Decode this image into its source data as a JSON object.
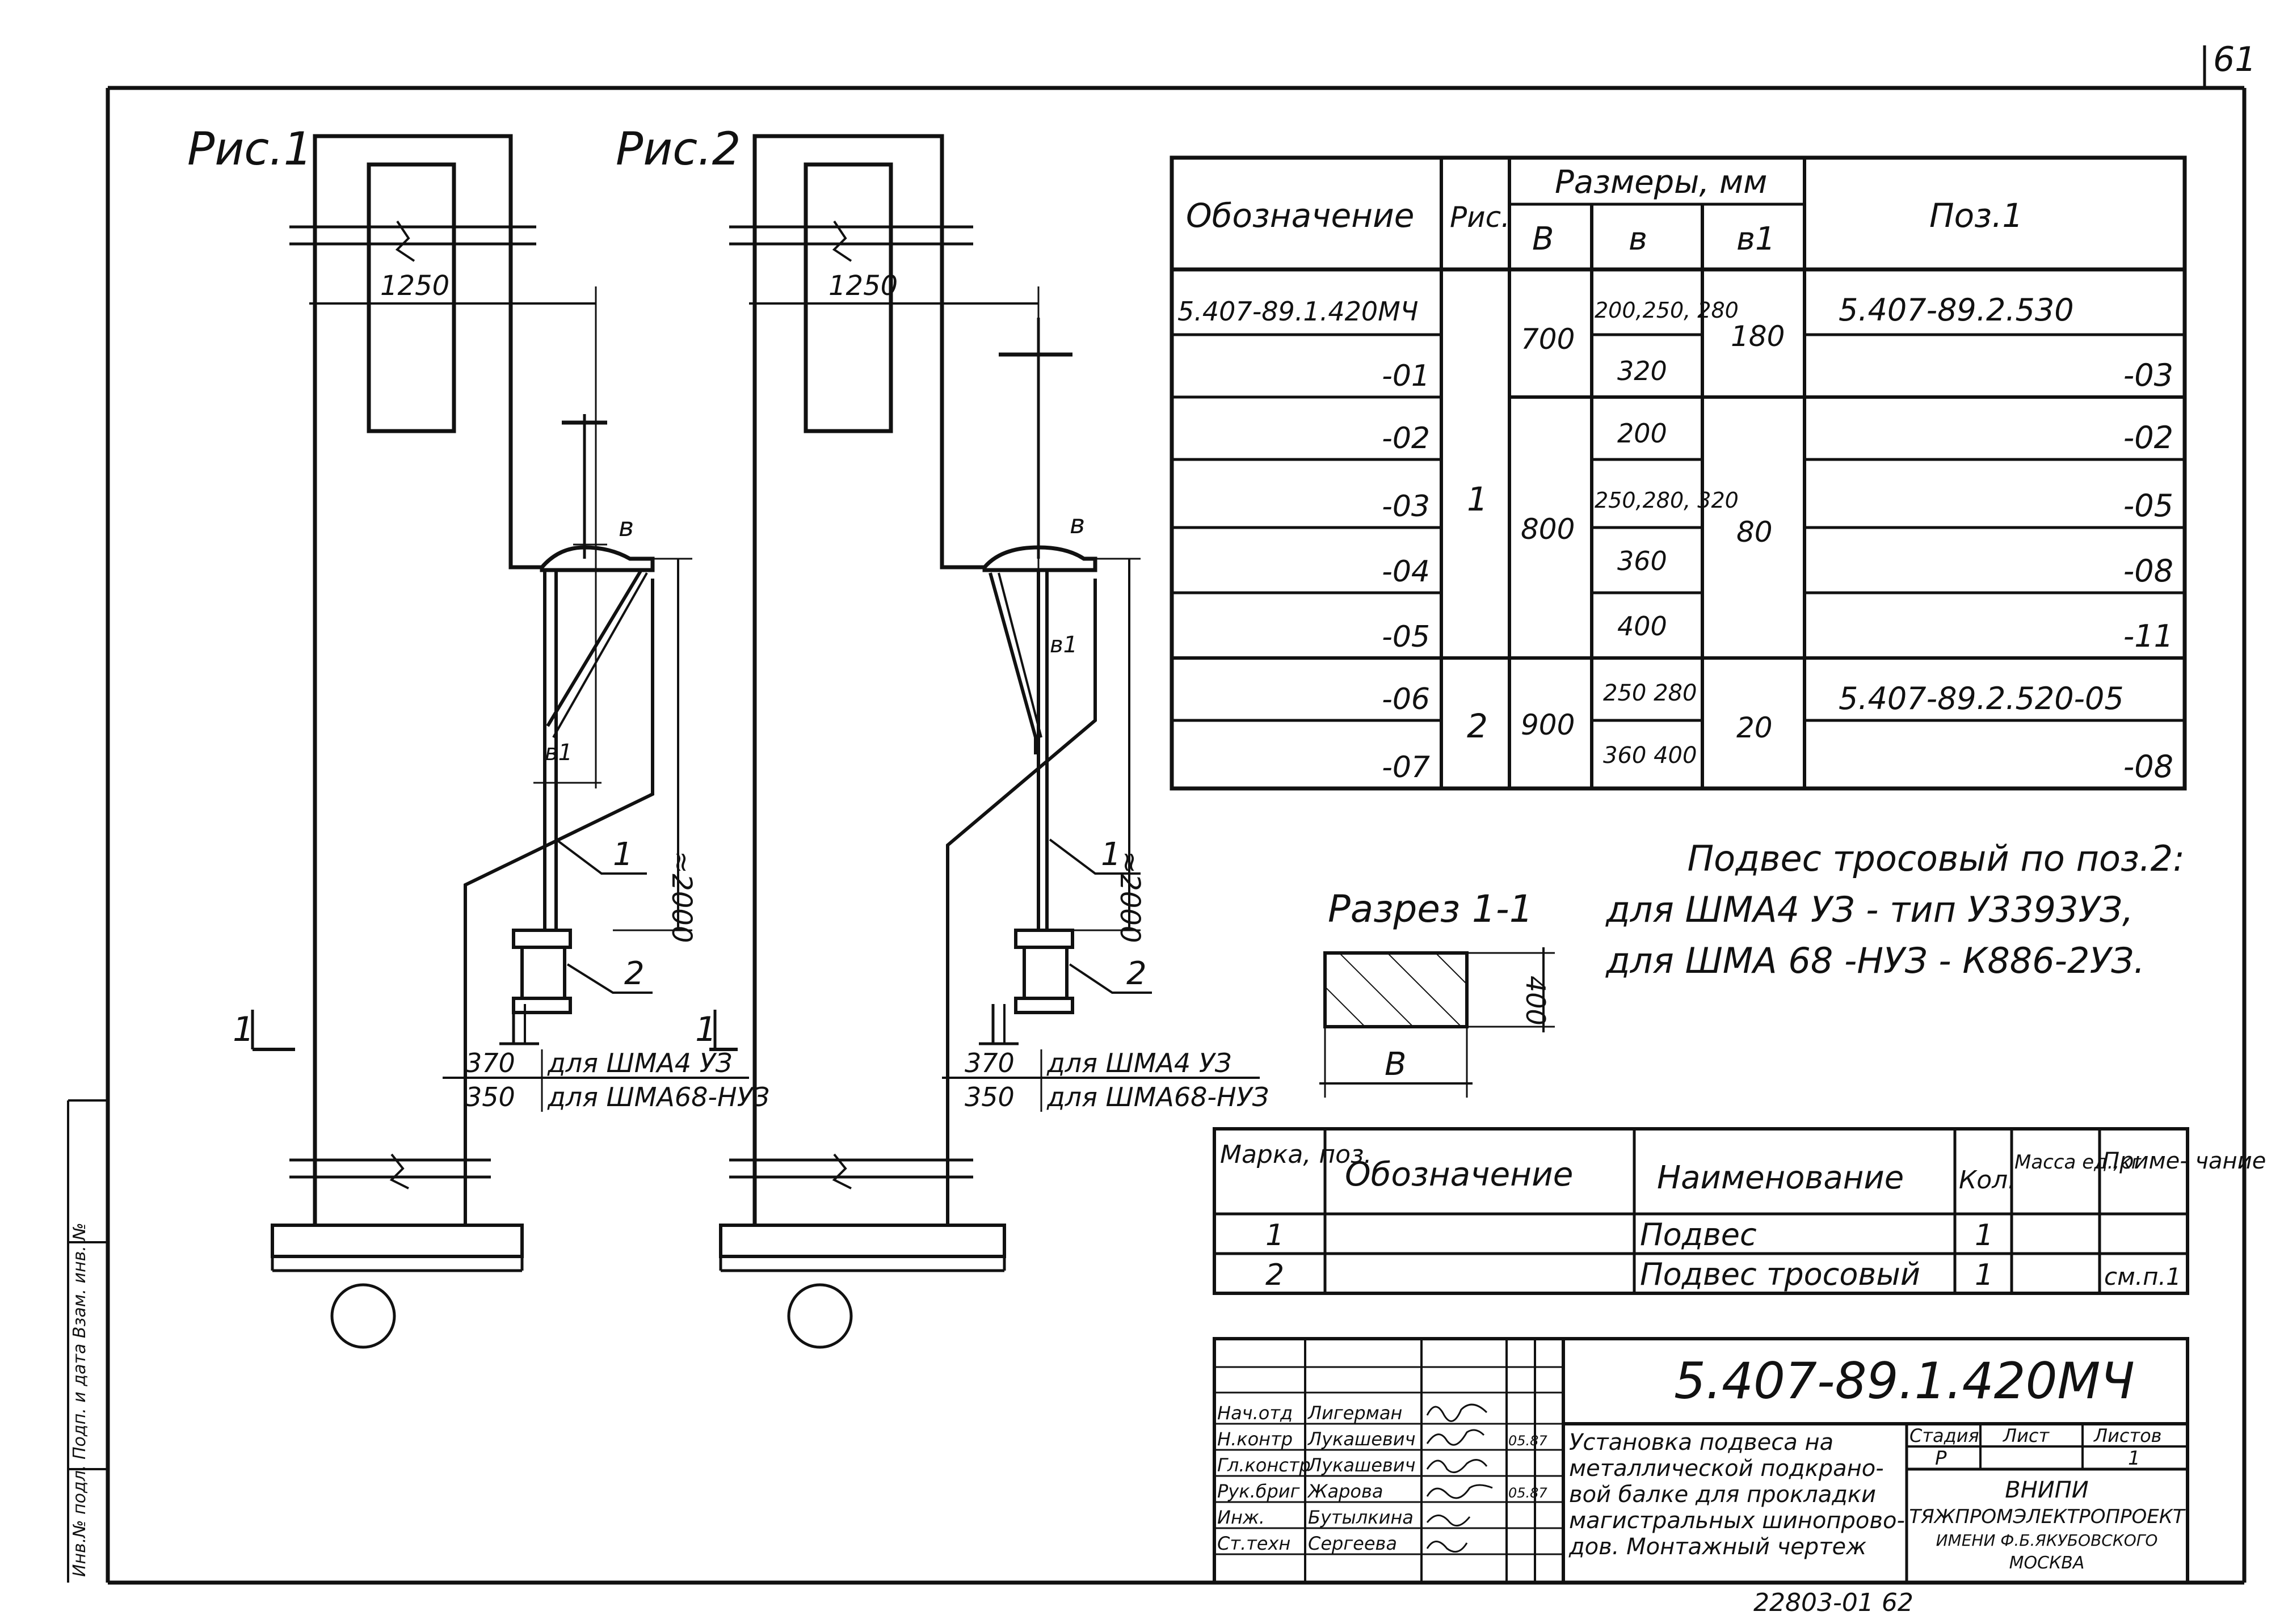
{
  "sheet_number": "61",
  "fig1": {
    "label": "Рис.1",
    "dim_width": "1250",
    "label_b": "в",
    "label_b1": "в1",
    "dim_height": "≈2000",
    "callout_1": "1",
    "callout_2": "2",
    "section_mark": "1",
    "dim_370": "370",
    "dim_350": "350",
    "note_370": "для ШМА4 УЗ",
    "note_350": "для ШМА68-НУЗ"
  },
  "fig2": {
    "label": "Рис.2",
    "dim_width": "1250",
    "label_b": "в",
    "label_b1": "в1",
    "dim_height": "≈2000",
    "callout_1": "1",
    "callout_2": "2",
    "section_mark": "1",
    "dim_370": "370",
    "dim_350": "350",
    "note_370": "для ШМА4 УЗ",
    "note_350": "для ШМА68-НУЗ"
  },
  "dim_table": {
    "headers": {
      "designation": "Обозначение",
      "fig": "Рис.",
      "sizes": "Размеры, мм",
      "B": "В",
      "b": "в",
      "b1": "в1",
      "pos1": "Поз.1"
    },
    "rows": [
      {
        "designation": "5.407-89.1.420МЧ",
        "b": "200,250, 280",
        "pos1": "5.407-89.2.530"
      },
      {
        "designation": "-01",
        "b": "320",
        "pos1": "-03"
      },
      {
        "designation": "-02",
        "b": "200",
        "pos1": "-02"
      },
      {
        "designation": "-03",
        "b": "250,280, 320",
        "pos1": "-05"
      },
      {
        "designation": "-04",
        "b": "360",
        "pos1": "-08"
      },
      {
        "designation": "-05",
        "b": "400",
        "pos1": "-11"
      },
      {
        "designation": "-06",
        "b": "250 280",
        "pos1": "5.407-89.2.520-05"
      },
      {
        "designation": "-07",
        "b": "360 400",
        "pos1": "-08"
      }
    ],
    "groups": [
      {
        "fig": "1",
        "B": "700",
        "b1": "180"
      },
      {
        "fig": "1",
        "B": "800",
        "b1": "80"
      },
      {
        "fig": "2",
        "B": "900",
        "b1": "20"
      }
    ]
  },
  "rope_note": {
    "line1": "Подвес тросовый по поз.2:",
    "line2": "для ШМА4 УЗ - тип У3393УЗ,",
    "line3": "для ШМА 68 -НУЗ - К886-2УЗ."
  },
  "section": {
    "title": "Разрез 1-1",
    "dim_height": "400",
    "dim_width": "В"
  },
  "spec_table": {
    "headers": {
      "mark": "Марка, поз.",
      "designation": "Обозначение",
      "name": "Наименование",
      "qty": "Кол.",
      "mass": "Масса ед.,кг",
      "note": "Приме- чание"
    },
    "rows": [
      {
        "mark": "1",
        "designation": "",
        "name": "Подвес",
        "qty": "1",
        "mass": "",
        "note": ""
      },
      {
        "mark": "2",
        "designation": "",
        "name": "Подвес тросовый",
        "qty": "1",
        "mass": "",
        "note": "см.п.1"
      }
    ]
  },
  "title_block": {
    "doc_code": "5.407-89.1.420МЧ",
    "roles": [
      {
        "role": "Нач.отд",
        "name": "Лигерман",
        "date": ""
      },
      {
        "role": "Н.контр",
        "name": "Лукашевич",
        "date": "05.87"
      },
      {
        "role": "Гл.констр",
        "name": "Лукашевич",
        "date": ""
      },
      {
        "role": "Рук.бриг",
        "name": "Жарова",
        "date": "05.87"
      },
      {
        "role": "Инж.",
        "name": "Бутылкина",
        "date": ""
      },
      {
        "role": "Ст.техн",
        "name": "Сергеева",
        "date": ""
      }
    ],
    "title_lines": [
      "Установка подвеса на",
      "металлической подкрано-",
      "вой балке для прокладки",
      "магистральных шинопрово-",
      "дов. Монтажный чертеж"
    ],
    "stage_label": "Стадия",
    "sheet_label": "Лист",
    "sheets_label": "Листов",
    "stage": "Р",
    "sheets": "1",
    "org_lines": [
      "ВНИПИ",
      "ТЯЖПРОМЭЛЕКТРОПРОЕКТ",
      "ИМЕНИ Ф.Б.ЯКУБОВСКОГО",
      "МОСКВА"
    ]
  },
  "left_margin": {
    "stamp": "Инв.№ подл. Подп. и дата Взам. инв. №"
  },
  "bottom_code": "22803-01 62"
}
